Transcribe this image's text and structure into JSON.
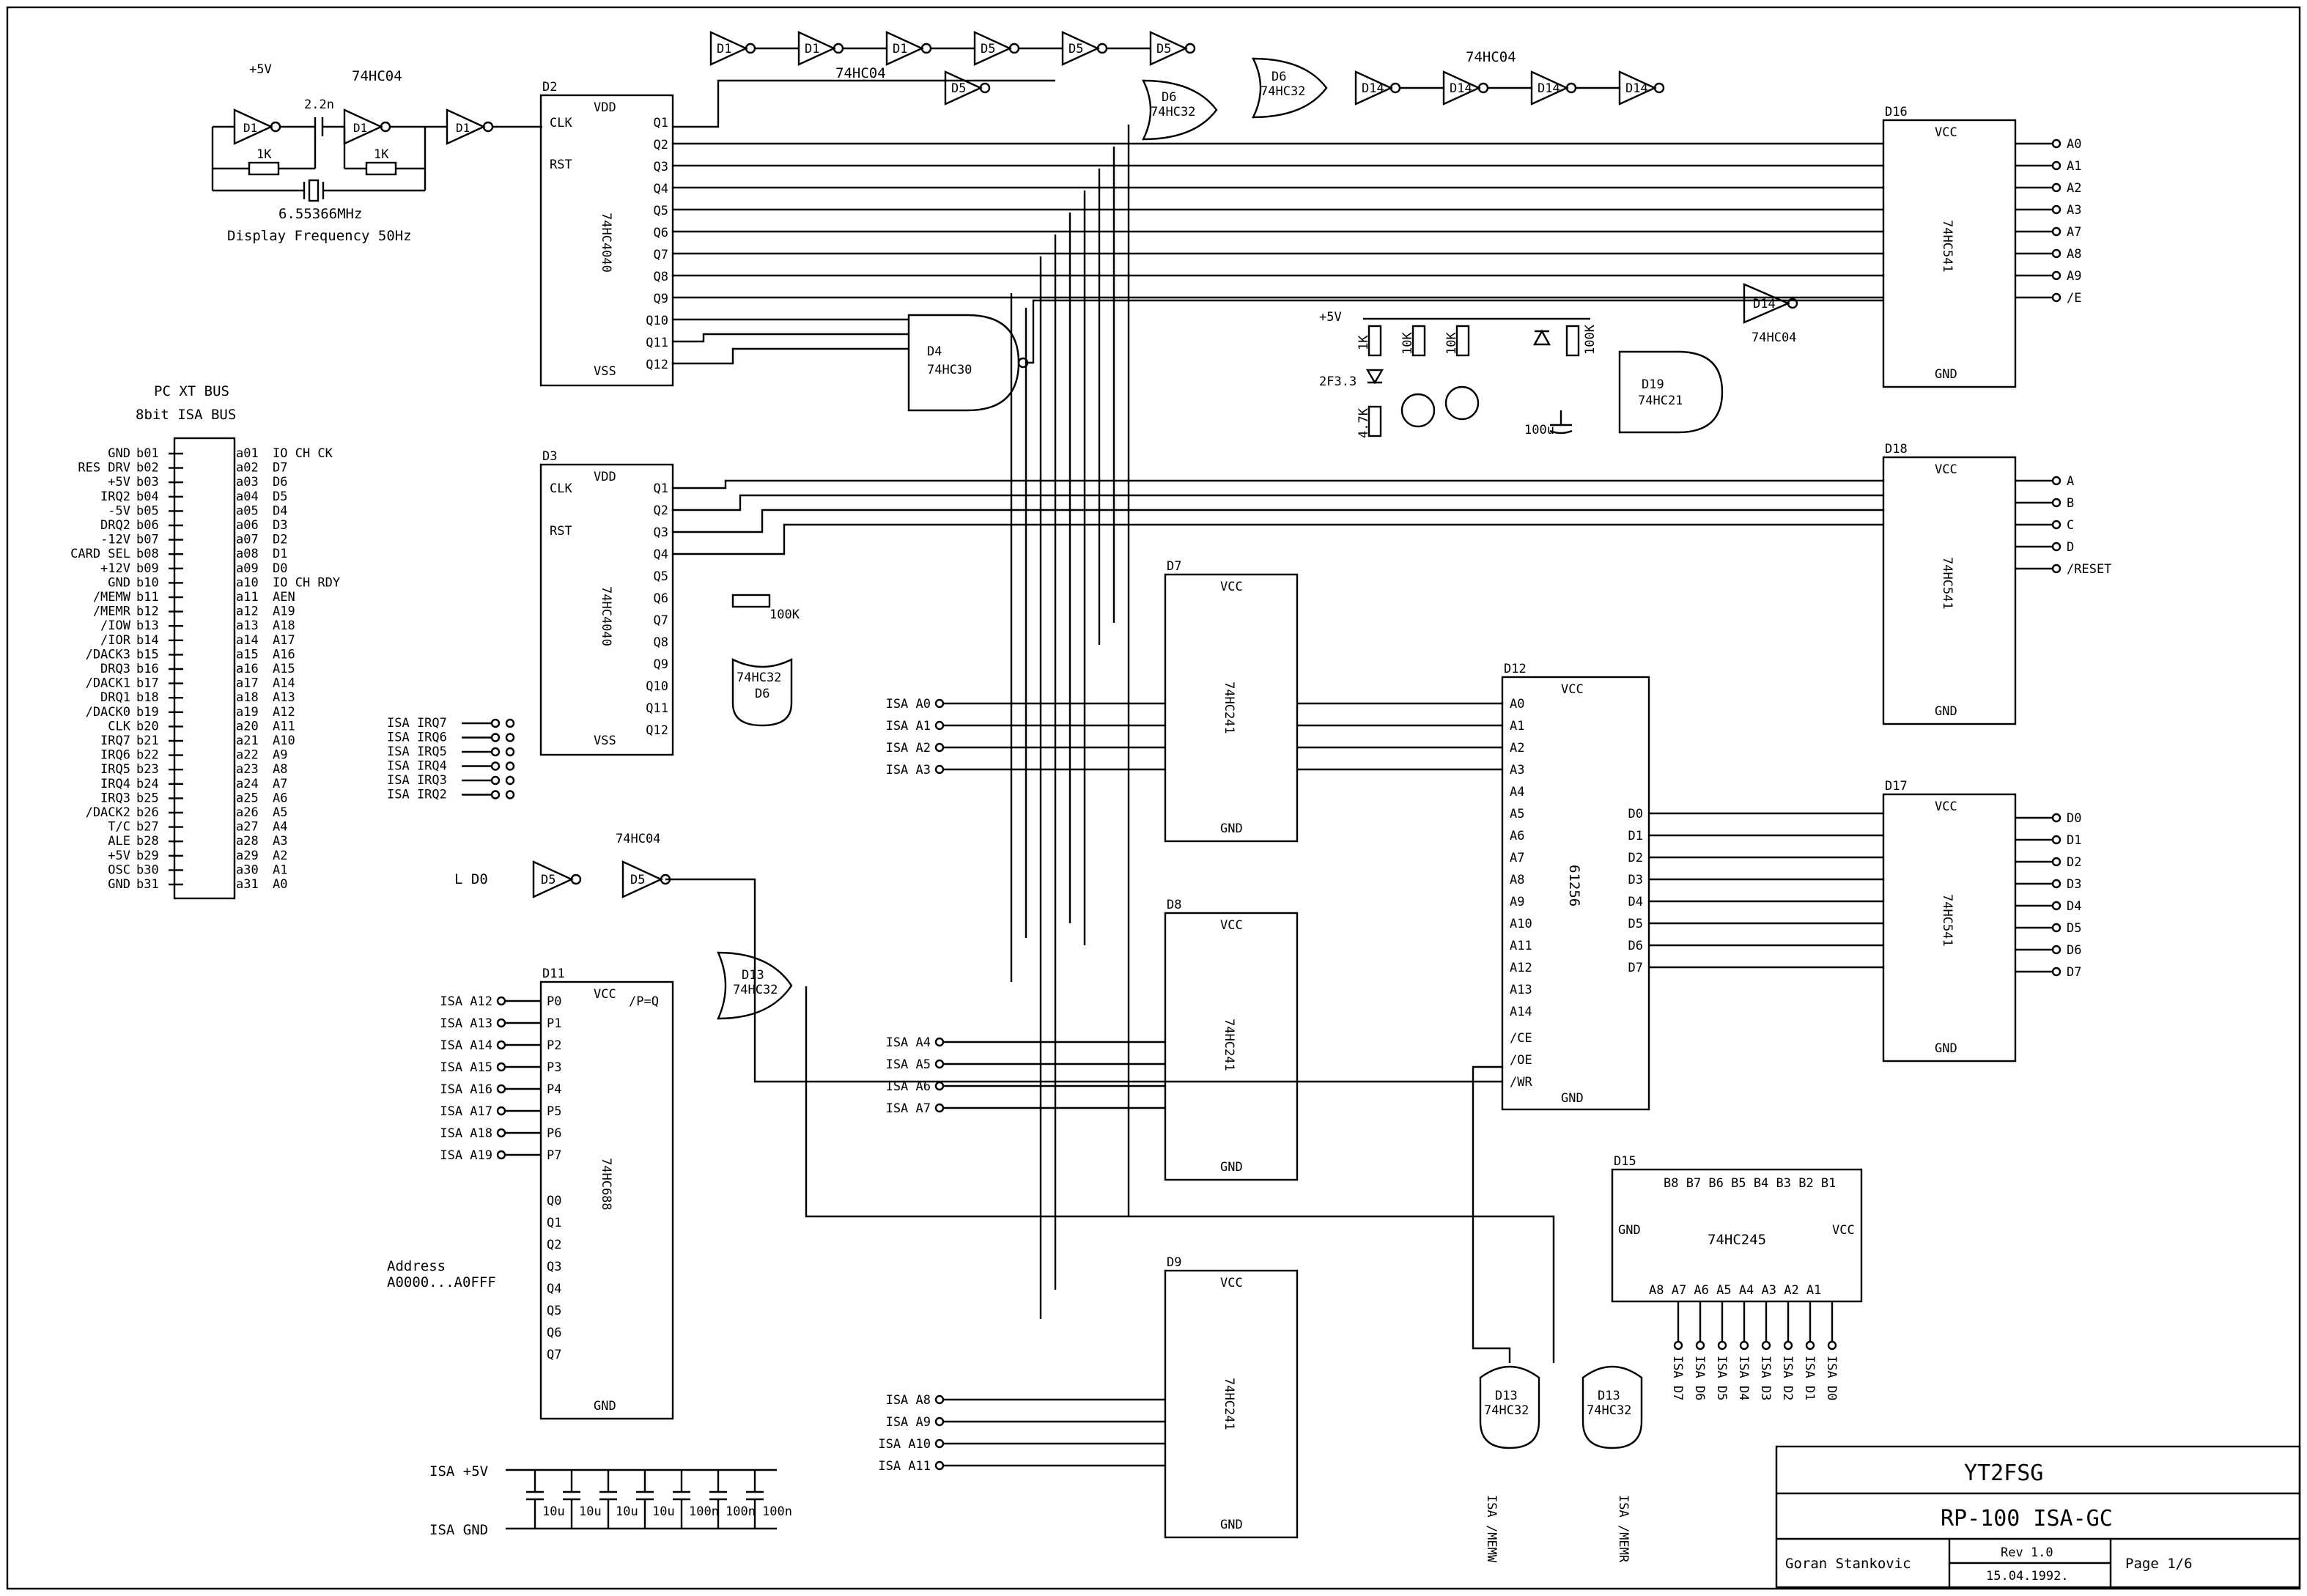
{
  "title_block": {
    "author_call": "YT2FSG",
    "project": "RP-100 ISA-GC",
    "designer": "Goran Stankovic",
    "revision": "Rev 1.0",
    "date": "15.04.1992.",
    "page": "Page 1/6"
  },
  "oscillator": {
    "crystal": "6.55366MHz",
    "note": "Display Frequency 50Hz",
    "cap": "2.2n",
    "res1": "1K",
    "res2": "1K",
    "inv_part": "74HC04",
    "inv_ref": "D1",
    "supply": "+5V"
  },
  "bus": {
    "title1": "PC XT BUS",
    "title2": "8bit ISA BUS",
    "left": [
      {
        "sig": "GND",
        "pin": "b01"
      },
      {
        "sig": "RES DRV",
        "pin": "b02"
      },
      {
        "sig": "+5V",
        "pin": "b03"
      },
      {
        "sig": "IRQ2",
        "pin": "b04"
      },
      {
        "sig": "-5V",
        "pin": "b05"
      },
      {
        "sig": "DRQ2",
        "pin": "b06"
      },
      {
        "sig": "-12V",
        "pin": "b07"
      },
      {
        "sig": "CARD SEL",
        "pin": "b08"
      },
      {
        "sig": "+12V",
        "pin": "b09"
      },
      {
        "sig": "GND",
        "pin": "b10"
      },
      {
        "sig": "/MEMW",
        "pin": "b11"
      },
      {
        "sig": "/MEMR",
        "pin": "b12"
      },
      {
        "sig": "/IOW",
        "pin": "b13"
      },
      {
        "sig": "/IOR",
        "pin": "b14"
      },
      {
        "sig": "/DACK3",
        "pin": "b15"
      },
      {
        "sig": "DRQ3",
        "pin": "b16"
      },
      {
        "sig": "/DACK1",
        "pin": "b17"
      },
      {
        "sig": "DRQ1",
        "pin": "b18"
      },
      {
        "sig": "/DACK0",
        "pin": "b19"
      },
      {
        "sig": "CLK",
        "pin": "b20"
      },
      {
        "sig": "IRQ7",
        "pin": "b21"
      },
      {
        "sig": "IRQ6",
        "pin": "b22"
      },
      {
        "sig": "IRQ5",
        "pin": "b23"
      },
      {
        "sig": "IRQ4",
        "pin": "b24"
      },
      {
        "sig": "IRQ3",
        "pin": "b25"
      },
      {
        "sig": "/DACK2",
        "pin": "b26"
      },
      {
        "sig": "T/C",
        "pin": "b27"
      },
      {
        "sig": "ALE",
        "pin": "b28"
      },
      {
        "sig": "+5V",
        "pin": "b29"
      },
      {
        "sig": "OSC",
        "pin": "b30"
      },
      {
        "sig": "GND",
        "pin": "b31"
      }
    ],
    "right": [
      {
        "pin": "a01",
        "sig": "IO CH CK"
      },
      {
        "pin": "a02",
        "sig": "D7"
      },
      {
        "pin": "a03",
        "sig": "D6"
      },
      {
        "pin": "a04",
        "sig": "D5"
      },
      {
        "pin": "a05",
        "sig": "D4"
      },
      {
        "pin": "a06",
        "sig": "D3"
      },
      {
        "pin": "a07",
        "sig": "D2"
      },
      {
        "pin": "a08",
        "sig": "D1"
      },
      {
        "pin": "a09",
        "sig": "D0"
      },
      {
        "pin": "a10",
        "sig": "IO CH RDY"
      },
      {
        "pin": "a11",
        "sig": "AEN"
      },
      {
        "pin": "a12",
        "sig": "A19"
      },
      {
        "pin": "a13",
        "sig": "A18"
      },
      {
        "pin": "a14",
        "sig": "A17"
      },
      {
        "pin": "a15",
        "sig": "A16"
      },
      {
        "pin": "a16",
        "sig": "A15"
      },
      {
        "pin": "a17",
        "sig": "A14"
      },
      {
        "pin": "a18",
        "sig": "A13"
      },
      {
        "pin": "a19",
        "sig": "A12"
      },
      {
        "pin": "a20",
        "sig": "A11"
      },
      {
        "pin": "a21",
        "sig": "A10"
      },
      {
        "pin": "a22",
        "sig": "A9"
      },
      {
        "pin": "a23",
        "sig": "A8"
      },
      {
        "pin": "a24",
        "sig": "A7"
      },
      {
        "pin": "a25",
        "sig": "A6"
      },
      {
        "pin": "a26",
        "sig": "A5"
      },
      {
        "pin": "a27",
        "sig": "A4"
      },
      {
        "pin": "a28",
        "sig": "A3"
      },
      {
        "pin": "a29",
        "sig": "A2"
      },
      {
        "pin": "a30",
        "sig": "A1"
      },
      {
        "pin": "a31",
        "sig": "A0"
      }
    ]
  },
  "irq_jumpers": [
    "ISA IRQ7",
    "ISA IRQ6",
    "ISA IRQ5",
    "ISA IRQ4",
    "ISA IRQ3",
    "ISA IRQ2"
  ],
  "counters": {
    "d2": {
      "ref": "D2",
      "part": "74HC4040",
      "clk": "CLK",
      "rst": "RST",
      "vdd": "VDD",
      "vss": "VSS",
      "outs": [
        "Q1",
        "Q2",
        "Q3",
        "Q4",
        "Q5",
        "Q6",
        "Q7",
        "Q8",
        "Q9",
        "Q10",
        "Q11",
        "Q12"
      ]
    },
    "d3": {
      "ref": "D3",
      "part": "74HC4040",
      "clk": "CLK",
      "rst": "RST",
      "vdd": "VDD",
      "vss": "VSS",
      "outs": [
        "Q1",
        "Q2",
        "Q3",
        "Q4",
        "Q5",
        "Q6",
        "Q7",
        "Q8",
        "Q9",
        "Q10",
        "Q11",
        "Q12"
      ]
    }
  },
  "gates": {
    "d4": {
      "ref": "D4",
      "part": "74HC30"
    },
    "d6a": {
      "ref": "D6",
      "part": "74HC32"
    },
    "d6b": {
      "ref": "D6",
      "part": "74HC32"
    },
    "d6c": {
      "ref": "D6",
      "part": "74HC32"
    },
    "d13a": {
      "ref": "D13",
      "part": "74HC32"
    },
    "d13b": {
      "ref": "D13",
      "part": "74HC32"
    },
    "d13c": {
      "ref": "D13",
      "part": "74HC32"
    },
    "d19": {
      "ref": "D19",
      "part": "74HC21"
    },
    "d14": {
      "ref": "D14",
      "part": "74HC04"
    },
    "d5": {
      "ref": "D5",
      "part": "74HC04"
    },
    "inv_chain_part": "74HC04",
    "inv_chain_refs": [
      "D1",
      "D1",
      "D1",
      "D5",
      "D5",
      "D5",
      "D5",
      "D14",
      "D14",
      "D14",
      "D14"
    ]
  },
  "reset": {
    "zener": "2F3.3",
    "r1": "1K",
    "r2": "10K",
    "r3": "10K",
    "r4": "100K",
    "r5": "4.7K",
    "cap": "100u"
  },
  "buffers": {
    "d16": {
      "ref": "D16",
      "part": "74HC541",
      "outs": [
        "A0",
        "A1",
        "A2",
        "A3",
        "A7",
        "A8",
        "A9",
        "/E"
      ]
    },
    "d18": {
      "ref": "D18",
      "part": "74HC541",
      "outs": [
        "A",
        "B",
        "C",
        "D",
        "/RESET"
      ]
    },
    "d17": {
      "ref": "D17",
      "part": "74HC541",
      "outs": [
        "D0",
        "D1",
        "D2",
        "D3",
        "D4",
        "D5",
        "D6",
        "D7"
      ]
    }
  },
  "muxes": {
    "d7": {
      "ref": "D7",
      "part": "74HC241",
      "inputs": [
        "ISA A0",
        "ISA A1",
        "ISA A2",
        "ISA A3"
      ]
    },
    "d8": {
      "ref": "D8",
      "part": "74HC241",
      "inputs": [
        "ISA A4",
        "ISA A5",
        "ISA A6",
        "ISA A7"
      ]
    },
    "d9": {
      "ref": "D9",
      "part": "74HC241",
      "inputs": [
        "ISA A8",
        "ISA A9",
        "ISA A10",
        "ISA A11"
      ]
    }
  },
  "ram": {
    "ref": "D12",
    "part": "61256",
    "addr": [
      "A0",
      "A1",
      "A2",
      "A3",
      "A4",
      "A5",
      "A6",
      "A7",
      "A8",
      "A9",
      "A10",
      "A11",
      "A12",
      "A13",
      "A14"
    ],
    "ctrl": [
      "/CE",
      "/OE",
      "/WR"
    ],
    "data": [
      "D0",
      "D1",
      "D2",
      "D3",
      "D4",
      "D5",
      "D6",
      "D7"
    ]
  },
  "comparator": {
    "ref": "D11",
    "part": "74HC688",
    "inputs": [
      "ISA A12",
      "ISA A13",
      "ISA A14",
      "ISA A15",
      "ISA A16",
      "ISA A17",
      "ISA A18",
      "ISA A19"
    ],
    "p_pins": [
      "P0",
      "P1",
      "P2",
      "P3",
      "P4",
      "P5",
      "P6",
      "P7"
    ],
    "q_pins": [
      "Q0",
      "Q1",
      "Q2",
      "Q3",
      "Q4",
      "Q5",
      "Q6",
      "Q7"
    ],
    "out": "/P=Q",
    "address_note1": "Address",
    "address_note2": "A0000...A0FFF"
  },
  "transceiver": {
    "ref": "D15",
    "part": "74HC245",
    "b_pins": "B8 B7 B6 B5 B4 B3 B2 B1",
    "a_pins": "A8 A7 A6 A5 A4 A3 A2 A1",
    "data_lines": [
      "ISA D7",
      "ISA D6",
      "ISA D5",
      "ISA D4",
      "ISA D3",
      "ISA D2",
      "ISA D1",
      "ISA D0"
    ]
  },
  "power": {
    "isa_5v": "ISA +5V",
    "isa_gnd": "ISA GND",
    "caps": [
      "10u",
      "10u",
      "10u",
      "10u",
      "100n",
      "100n",
      "100n"
    ],
    "bypass": "100n"
  },
  "misc": {
    "l_d0": "L D0",
    "memw": "ISA /MEMW",
    "memr": "ISA /MEMR",
    "plus5": "+5V",
    "vcc": "VCC",
    "gnd": "GND"
  }
}
